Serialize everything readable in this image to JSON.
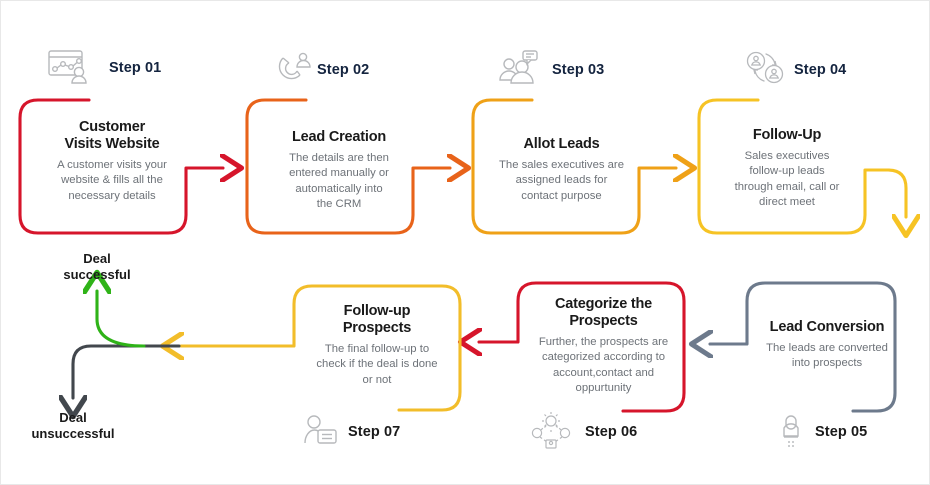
{
  "diagram": {
    "title": "CRM Lead Management Process Flow",
    "background": "#ffffff"
  },
  "colors": {
    "step1": "#d6152b",
    "step2": "#e8631a",
    "step3": "#efa117",
    "step4": "#f6c324",
    "step5": "#6d7a8c",
    "step6": "#d6152b",
    "step7": "#f2bd2a",
    "success": "#2fb318",
    "unsuccess": "#42474d",
    "title_text": "#1a1a1a",
    "body_text": "#6d7278",
    "step_top_label": "#14243f",
    "step_bottom_label": "#1a1a1a",
    "icon": "#b7b9bc"
  },
  "steps": [
    {
      "id": "step-01",
      "label": "Step 01",
      "icon": "website-analytics-user-icon",
      "title": "Customer\nVisits Website",
      "title_line1": "Customer",
      "title_line2": "Visits Website",
      "description": "A customer visits your website & fills all the necessary details",
      "desc_lines": [
        "A customer visits your",
        "website & fills all the",
        "necessary details"
      ],
      "color": "#d6152b"
    },
    {
      "id": "step-02",
      "label": "Step 02",
      "icon": "magnet-lead-icon",
      "title": "Lead Creation",
      "title_line1": "Lead Creation",
      "title_line2": "",
      "description": "The details are then entered manually or automatically into the CRM",
      "desc_lines": [
        "The details are then",
        "entered manually or",
        "automatically into",
        "the CRM"
      ],
      "color": "#e8631a"
    },
    {
      "id": "step-03",
      "label": "Step 03",
      "icon": "team-chat-icon",
      "title": "Allot Leads",
      "title_line1": "Allot Leads",
      "title_line2": "",
      "description": "The sales executives are assigned leads for contact purpose",
      "desc_lines": [
        "The sales executives are",
        "assigned leads for",
        "contact purpose"
      ],
      "color": "#efa117"
    },
    {
      "id": "step-04",
      "label": "Step 04",
      "icon": "follow-up-cycle-icon",
      "title": "Follow-Up",
      "title_line1": "Follow-Up",
      "title_line2": "",
      "description": "Sales executives follow-up leads through email, call or direct meet",
      "desc_lines": [
        "Sales executives",
        "follow-up leads",
        "through email, call or",
        "direct meet"
      ],
      "color": "#f6c324"
    },
    {
      "id": "step-05",
      "label": "Step 05",
      "icon": "prospect-person-icon",
      "title": "Lead Conversion",
      "title_line1": "Lead Conversion",
      "title_line2": "",
      "description": "The leads are converted into prospects",
      "desc_lines": [
        "The leads are converted",
        "into prospects"
      ],
      "color": "#6d7a8c"
    },
    {
      "id": "step-06",
      "label": "Step 06",
      "icon": "categorize-network-icon",
      "title": "Categorize the Prospects",
      "title_line1": "Categorize the",
      "title_line2": "Prospects",
      "description": "Further, the prospects are categorized according to account,contact and oppurtunity",
      "desc_lines": [
        "Further, the prospects are",
        "categorized according to",
        "account,contact and",
        "oppurtunity"
      ],
      "color": "#d6152b"
    },
    {
      "id": "step-07",
      "label": "Step 07",
      "icon": "contact-card-person-icon",
      "title": "Follow-up Prospects",
      "title_line1": "Follow-up",
      "title_line2": "Prospects",
      "description": "The final follow-up to check if the deal is done or not",
      "desc_lines": [
        "The final follow-up to",
        "check if the deal is done",
        "or not"
      ],
      "color": "#f2bd2a"
    }
  ],
  "outcomes": [
    {
      "id": "deal-successful",
      "label": "Deal\nsuccessful",
      "color": "#2fb318",
      "direction": "up"
    },
    {
      "id": "deal-unsuccessful",
      "label": "Deal\nunsuccessful",
      "color": "#42474d",
      "direction": "down"
    }
  ]
}
